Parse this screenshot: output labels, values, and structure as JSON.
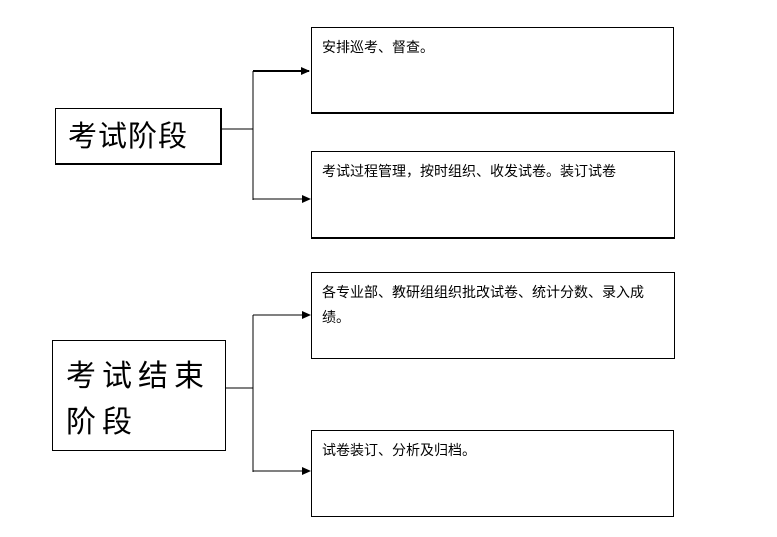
{
  "stages": [
    {
      "label": "考试阶段",
      "tasks": [
        "安排巡考、督查。",
        "考试过程管理，按时组织、收发试卷。装订试卷"
      ]
    },
    {
      "label": "考试结束阶段",
      "tasks": [
        "各专业部、教研组组织批改试卷、统计分数、录入成绩。",
        "试卷装订、分析及归档。"
      ]
    }
  ],
  "colors": {
    "line": "#000000",
    "background": "#ffffff"
  }
}
